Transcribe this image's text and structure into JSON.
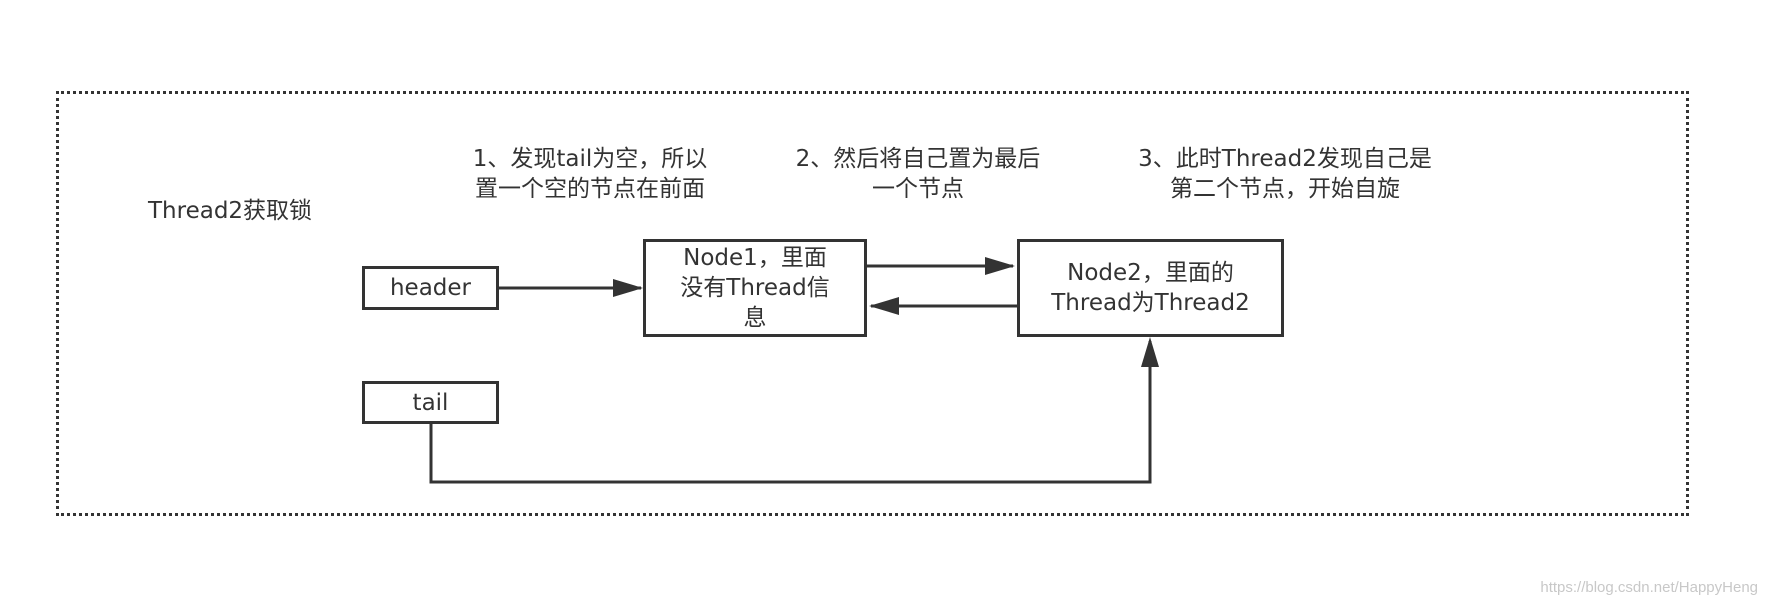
{
  "diagram": {
    "title": "Thread2获取锁",
    "steps": [
      "1、发现tail为空，所以\n置一个空的节点在前面",
      "2、然后将自己置为最后\n一个节点",
      "3、此时Thread2发现自己是\n第二个节点，开始自旋"
    ],
    "nodes": {
      "header": "header",
      "tail": "tail",
      "node1": "Node1，里面\n没有Thread信\n息",
      "node2": "Node2，里面的\nThread为Thread2"
    }
  },
  "watermark": "https://blog.csdn.net/HappyHeng"
}
